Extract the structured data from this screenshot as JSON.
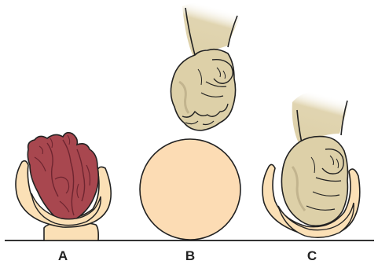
{
  "panels": [
    {
      "label": "A",
      "subject": "heart-in-cup"
    },
    {
      "label": "B",
      "subject": "fist-above-sphere"
    },
    {
      "label": "C",
      "subject": "fist-in-cup"
    }
  ],
  "colors": {
    "cup_fill": "#fbe0b6",
    "ball_fill": "#fcdcb4",
    "heart_fill": "#a8474f",
    "heart_dark": "#6e2530",
    "skin_fill": "#ddd0a8",
    "skin_shadow": "#c2b48e",
    "outline": "#222222",
    "ground_line": "#333333"
  },
  "icons": [
    "heart-icon",
    "fist-icon",
    "cup-icon",
    "sphere-icon"
  ]
}
